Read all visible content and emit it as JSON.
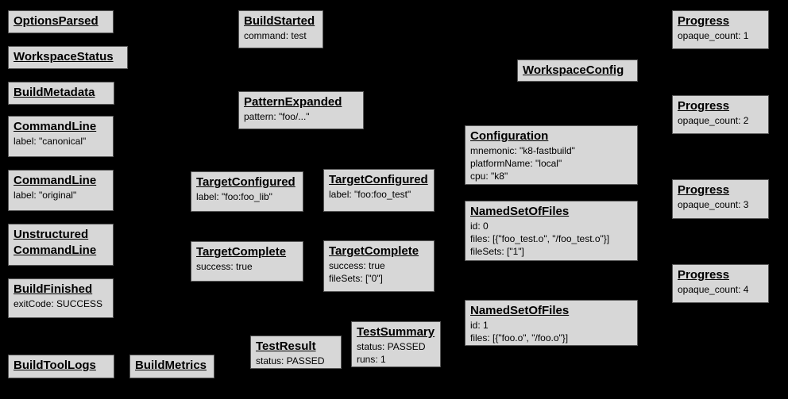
{
  "canvas": {
    "background_color": "#000000",
    "node_fill_color": "#d7d7d7",
    "node_border_color": "#565656",
    "node_text_color": "#000000"
  },
  "nodes": {
    "options_parsed": {
      "title": "OptionsParsed"
    },
    "workspace_status": {
      "title": "WorkspaceStatus"
    },
    "build_metadata": {
      "title": "BuildMetadata"
    },
    "command_line_canonical": {
      "title": "CommandLine",
      "lines": [
        "label: \"canonical\""
      ]
    },
    "command_line_original": {
      "title": "CommandLine",
      "lines": [
        "label: \"original\""
      ]
    },
    "unstructured_command_line": {
      "title": "Unstructured\nCommandLine"
    },
    "build_finished": {
      "title": "BuildFinished",
      "lines": [
        "exitCode: SUCCESS"
      ]
    },
    "build_tool_logs": {
      "title": "BuildToolLogs"
    },
    "build_metrics": {
      "title": "BuildMetrics"
    },
    "build_started": {
      "title": "BuildStarted",
      "lines": [
        "command: test"
      ]
    },
    "pattern_expanded": {
      "title": "PatternExpanded",
      "lines": [
        "pattern: \"foo/...\""
      ]
    },
    "target_configured_foo_lib": {
      "title": "TargetConfigured",
      "lines": [
        "label: \"foo:foo_lib\""
      ]
    },
    "target_configured_foo_test": {
      "title": "TargetConfigured",
      "lines": [
        "label: \"foo:foo_test\""
      ]
    },
    "target_complete_foo_lib": {
      "title": "TargetComplete",
      "lines": [
        "success: true"
      ]
    },
    "target_complete_foo_test": {
      "title": "TargetComplete",
      "lines": [
        "success: true",
        "fileSets: [\"0\"]"
      ]
    },
    "test_result": {
      "title": "TestResult",
      "lines": [
        "status: PASSED"
      ]
    },
    "test_summary": {
      "title": "TestSummary",
      "lines": [
        "status: PASSED",
        "runs: 1"
      ]
    },
    "workspace_config": {
      "title": "WorkspaceConfig"
    },
    "configuration": {
      "title": "Configuration",
      "lines": [
        "mnemonic: \"k8-fastbuild\"",
        "platformName: \"local\"",
        "cpu: \"k8\""
      ]
    },
    "named_set_of_files_0": {
      "title": "NamedSetOfFiles",
      "lines": [
        "id: 0",
        "files: [{\"foo_test.o\", \"/foo_test.o\"}]",
        "fileSets: [\"1\"]"
      ]
    },
    "named_set_of_files_1": {
      "title": "NamedSetOfFiles",
      "lines": [
        "id: 1",
        "files: [{\"foo.o\", \"/foo.o\"}]"
      ]
    },
    "progress_1": {
      "title": "Progress",
      "lines": [
        "opaque_count: 1"
      ]
    },
    "progress_2": {
      "title": "Progress",
      "lines": [
        "opaque_count: 2"
      ]
    },
    "progress_3": {
      "title": "Progress",
      "lines": [
        "opaque_count: 3"
      ]
    },
    "progress_4": {
      "title": "Progress",
      "lines": [
        "opaque_count: 4"
      ]
    }
  }
}
